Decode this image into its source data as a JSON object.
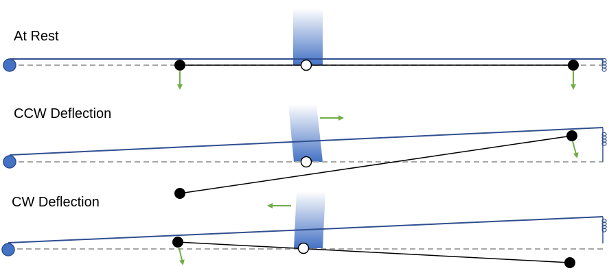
{
  "panels": {
    "rest": {
      "title": "At Rest"
    },
    "ccw": {
      "title": "CCW Deflection"
    },
    "cw": {
      "title": "CW Deflection"
    }
  },
  "colors": {
    "beam": "#2f4f8f",
    "pivot_fill": "#4472c4",
    "pivot_stroke": "#2f4f8f",
    "reference_line": "#a6a6a6",
    "linkage": "#000000",
    "arrow": "#70ad47",
    "spring": "#2f4f8f",
    "column_top": "#ffffff",
    "column_bottom": "#4472c4"
  },
  "icons": {
    "pivot": "filled-circle",
    "center_joint": "hollow-circle",
    "end_joint": "black-dot",
    "force": "arrow",
    "spring": "coil-spring"
  }
}
